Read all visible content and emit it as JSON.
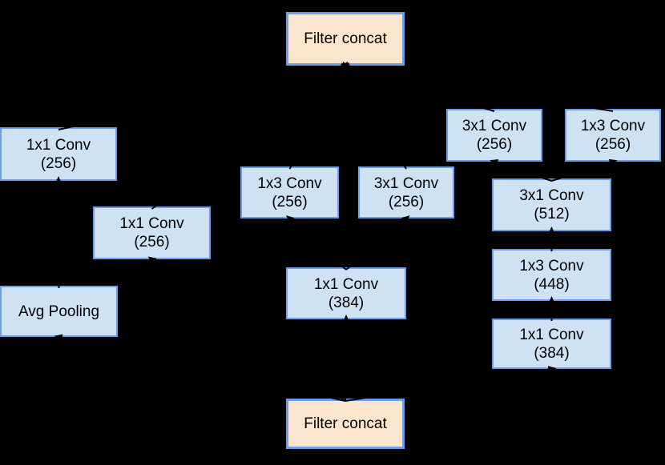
{
  "diagram": {
    "background": "#000000",
    "colors": {
      "conv_fill": "#cfe2f3",
      "conv_border": "#6d9eeb",
      "concat_fill": "#fce5cd",
      "concat_border": "#6d9eeb",
      "arrow": "#000000",
      "text": "#000000"
    },
    "nodes": [
      {
        "id": "filter-concat-top",
        "label": "Filter concat",
        "kind": "concat"
      },
      {
        "id": "conv-1x1-256-a",
        "label": "1x1 Conv",
        "detail": "(256)",
        "kind": "conv"
      },
      {
        "id": "conv-1x1-256-b",
        "label": "1x1 Conv",
        "detail": "(256)",
        "kind": "conv"
      },
      {
        "id": "avg-pooling",
        "label": "Avg Pooling",
        "kind": "pool"
      },
      {
        "id": "conv-1x3-256-mid",
        "label": "1x3 Conv",
        "detail": "(256)",
        "kind": "conv"
      },
      {
        "id": "conv-3x1-256-mid",
        "label": "3x1 Conv",
        "detail": "(256)",
        "kind": "conv"
      },
      {
        "id": "conv-1x1-384-mid",
        "label": "1x1 Conv",
        "detail": "(384)",
        "kind": "conv"
      },
      {
        "id": "conv-3x1-256-right",
        "label": "3x1 Conv",
        "detail": "(256)",
        "kind": "conv"
      },
      {
        "id": "conv-1x3-256-right",
        "label": "1x3 Conv",
        "detail": "(256)",
        "kind": "conv"
      },
      {
        "id": "conv-3x1-512",
        "label": "3x1 Conv",
        "detail": "(512)",
        "kind": "conv"
      },
      {
        "id": "conv-1x3-448",
        "label": "1x3 Conv",
        "detail": "(448)",
        "kind": "conv"
      },
      {
        "id": "conv-1x1-384-right",
        "label": "1x1 Conv",
        "detail": "(384)",
        "kind": "conv"
      },
      {
        "id": "filter-concat-bottom",
        "label": "Filter concat",
        "kind": "concat"
      }
    ],
    "edges": [
      [
        "filter-concat-bottom",
        "avg-pooling"
      ],
      [
        "avg-pooling",
        "conv-1x1-256-a"
      ],
      [
        "conv-1x1-256-a",
        "filter-concat-top"
      ],
      [
        "filter-concat-bottom",
        "conv-1x1-256-b"
      ],
      [
        "conv-1x1-256-b",
        "filter-concat-top"
      ],
      [
        "filter-concat-bottom",
        "conv-1x1-384-mid"
      ],
      [
        "conv-1x1-384-mid",
        "conv-1x3-256-mid"
      ],
      [
        "conv-1x1-384-mid",
        "conv-3x1-256-mid"
      ],
      [
        "conv-1x3-256-mid",
        "filter-concat-top"
      ],
      [
        "conv-3x1-256-mid",
        "filter-concat-top"
      ],
      [
        "filter-concat-bottom",
        "conv-1x1-384-right"
      ],
      [
        "conv-1x1-384-right",
        "conv-1x3-448"
      ],
      [
        "conv-1x3-448",
        "conv-3x1-512"
      ],
      [
        "conv-3x1-512",
        "conv-3x1-256-right"
      ],
      [
        "conv-3x1-512",
        "conv-1x3-256-right"
      ],
      [
        "conv-3x1-256-right",
        "filter-concat-top"
      ],
      [
        "conv-1x3-256-right",
        "filter-concat-top"
      ]
    ]
  }
}
